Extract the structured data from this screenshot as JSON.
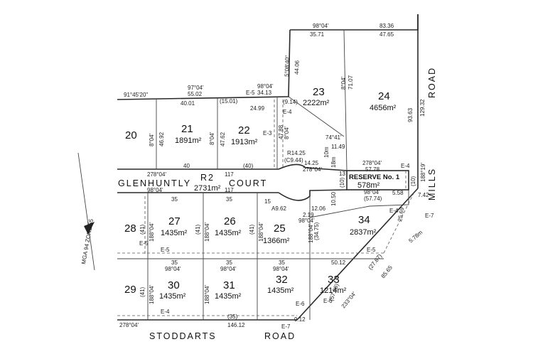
{
  "streets": {
    "glenhuntly": "GLENHUNTLY",
    "court": "COURT",
    "road_code": "R2",
    "road_area": "2731m²",
    "stoddarts": "STODDARTS",
    "stoddarts_road": "ROAD",
    "mills": "MILLS",
    "mills_road": "ROAD"
  },
  "reserve": {
    "label": "RESERVE No. 1",
    "area": "578m²"
  },
  "lots": [
    {
      "num": "20",
      "area": ""
    },
    {
      "num": "21",
      "area": "1891m²"
    },
    {
      "num": "22",
      "area": "1913m²"
    },
    {
      "num": "23",
      "area": "2222m²"
    },
    {
      "num": "24",
      "area": "4656m²"
    },
    {
      "num": "25",
      "area": "1366m²"
    },
    {
      "num": "26",
      "area": "1435m²"
    },
    {
      "num": "27",
      "area": "1435m²"
    },
    {
      "num": "28",
      "area": ""
    },
    {
      "num": "29",
      "area": ""
    },
    {
      "num": "30",
      "area": "1435m²"
    },
    {
      "num": "31",
      "area": "1435m²"
    },
    {
      "num": "32",
      "area": "1435m²"
    },
    {
      "num": "33",
      "area": "1214m²"
    },
    {
      "num": "34",
      "area": "2837m²"
    }
  ],
  "dimensions": {
    "top_bearing": "98°04'",
    "top_left_len": "35.71",
    "top_right_len": "83.36",
    "top_right_sub": "47.65",
    "bearing_5": "5°08'40\"",
    "len_44": "44.06",
    "bearing_91": "91°45'20\"",
    "bearing_97": "97°04'",
    "len_5502": "55.02",
    "bearing_98b": "98°04'",
    "len_3413": "34.13",
    "len_4001": "40.01",
    "len_1501": "(15.01)",
    "len_2499": "24.99",
    "len_914": "(9.14)",
    "len_4692": "46.92",
    "len_4762": "47.62",
    "len_4788": "47.88",
    "len_7107": "71.07",
    "len_9363": "93.63",
    "len_12932": "129.32",
    "b_8a": "8°04'",
    "b_8b": "8°04'",
    "b_8c": "8°04'",
    "b_8d": "8°04'",
    "len_40": "40",
    "len_40p": "(40)",
    "len_117a": "117",
    "len_117b": "117",
    "b_278a": "278°04'",
    "b_278b": "278°04'",
    "b_278c": "278°04'",
    "len_5778": "57.78",
    "b_98c": "98°04'",
    "len_35a": "35",
    "len_35b": "35",
    "len_35c": "35",
    "len_35d": "35",
    "len_35e": "35",
    "len_35f": "(35)",
    "len_14625": "14.25",
    "len_10m": "10m",
    "len_18m": "18m",
    "len_1149": "11.49",
    "b_74": "74°41'",
    "len_1050": "10.50",
    "len_10a": "(10)",
    "len_10b": "(10)",
    "len_13": "13",
    "b_188": "188°19'",
    "len_5774": "(57.74)",
    "b_98d": "98°04'",
    "len_558": "5.58",
    "len_742": "7.42",
    "len_2569": "25.69",
    "len_1206": "12.06",
    "len_3475": "(34.75)",
    "len_219": "2.19",
    "b_98e": "98°04'",
    "len_41a": "(41)",
    "len_41b": "(41)",
    "len_41c": "(41)",
    "len_41d": "(41)",
    "b_188a": "188°04'",
    "b_188b": "188°04'",
    "b_188c": "188°04'",
    "b_188d": "188°04'",
    "b_188e": "188°04'",
    "b_188f": "188°04'",
    "len_5012": "50.12",
    "b_98f": "98°04'",
    "b_98g": "98°04'",
    "b_98h": "98°04'",
    "len_2767": "(27.67)",
    "len_8565": "85.65",
    "len_5788": "5.78m",
    "b_233": "233°04'",
    "len_5798": "(57.98)",
    "len_14612": "146.12",
    "b_278d": "278°04'",
    "len_912": "9.12",
    "len_15": "15",
    "arc_r": "R14.25",
    "arc_a": "A9.62",
    "arc_c": "(C9.44)"
  },
  "easements": {
    "e3": "E-3",
    "e4a": "E-4",
    "e4b": "E-4",
    "e4c": "E-4",
    "e4d": "E-4",
    "e5a": "E-5",
    "e5b": "E-5",
    "e5c": "E-5",
    "e5d": "E-5",
    "e6a": "E-6",
    "e6b": "E-6",
    "e7a": "E-7",
    "e7b": "E-7"
  },
  "north": {
    "label": "MGA 94 ZONE 55"
  }
}
